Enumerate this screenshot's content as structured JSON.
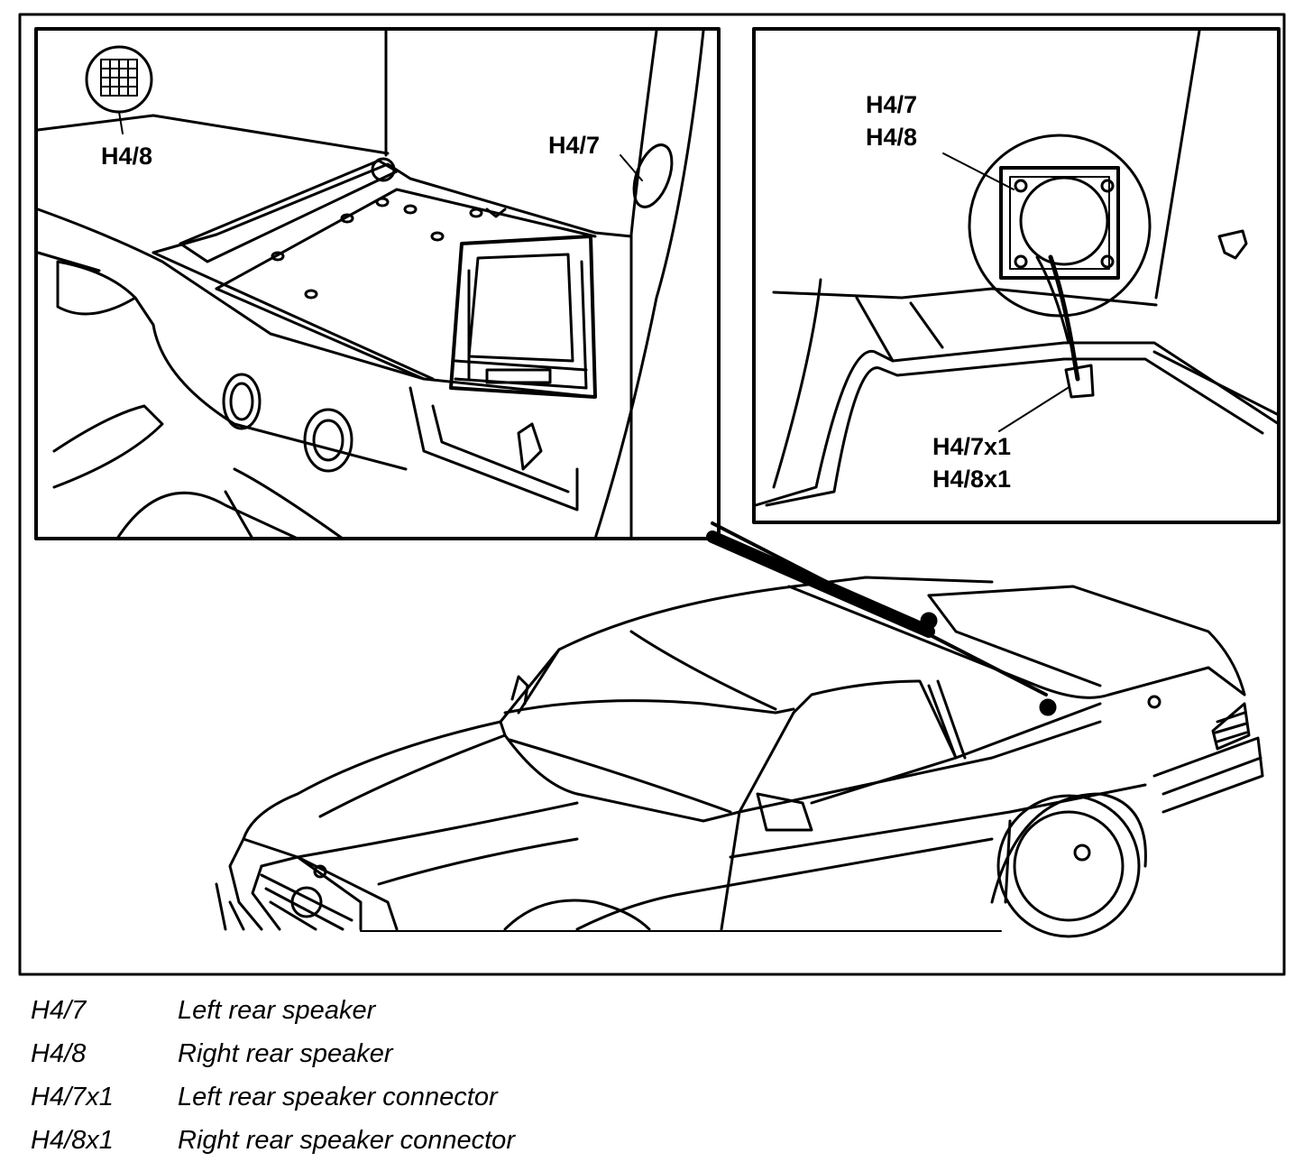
{
  "callouts": {
    "left_h48": "H4/8",
    "left_h47": "H4/7",
    "right_h47": "H4/7",
    "right_h48": "H4/8",
    "right_h47x1": "H4/7x1",
    "right_h48x1": "H4/8x1"
  },
  "legend": [
    {
      "code": "H4/7",
      "description": "Left rear speaker"
    },
    {
      "code": "H4/8",
      "description": "Right rear speaker"
    },
    {
      "code": "H4/7x1",
      "description": "Left rear speaker connector"
    },
    {
      "code": "H4/8x1",
      "description": "Right rear speaker connector"
    }
  ]
}
